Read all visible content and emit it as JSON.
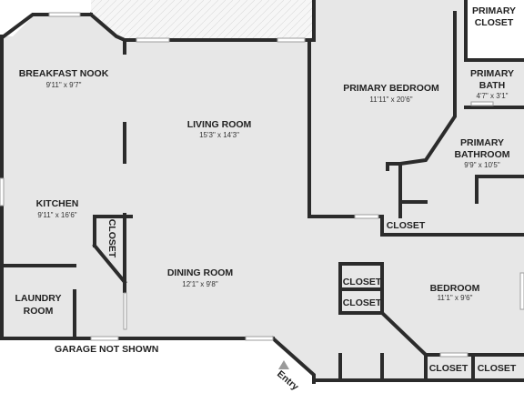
{
  "plan": {
    "rooms": [
      {
        "id": "breakfast-nook",
        "name": "BREAKFAST NOOK",
        "dims": "9'11\" x 9'7\""
      },
      {
        "id": "living-room",
        "name": "LIVING ROOM",
        "dims": "15'3\" x 14'3\""
      },
      {
        "id": "primary-bedroom",
        "name": "PRIMARY BEDROOM",
        "dims": "11'11\" x 20'6\""
      },
      {
        "id": "primary-bath",
        "name": "PRIMARY BATH",
        "dims": "4'7\" x 3'1\""
      },
      {
        "id": "primary-bathroom",
        "name": "PRIMARY BATHROOM",
        "dims": "9'9\" x 10'5\""
      },
      {
        "id": "kitchen",
        "name": "KITCHEN",
        "dims": "9'11\" x 16'6\""
      },
      {
        "id": "dining-room",
        "name": "DINING ROOM",
        "dims": "12'1\" x 9'8\""
      },
      {
        "id": "bedroom",
        "name": "BEDROOM",
        "dims": "11'1\" x 9'6\""
      },
      {
        "id": "laundry-room",
        "name": "LAUNDRY ROOM",
        "dims": ""
      }
    ],
    "closets": {
      "primary_closet": "PRIMARY CLOSET",
      "kitchen_closet": "CLOSET",
      "hall_closet": "CLOSET",
      "bedroom_closet_1": "CLOSET",
      "bedroom_closet_2": "CLOSET",
      "bottom_closet_1": "CLOSET",
      "bottom_closet_2": "CLOSET"
    },
    "notes": {
      "garage": "GARAGE NOT SHOWN",
      "entry": "Entry"
    }
  }
}
